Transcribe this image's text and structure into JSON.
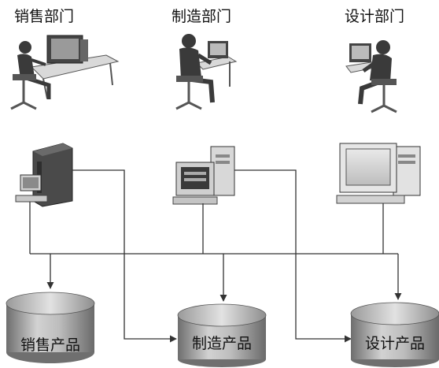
{
  "departments": [
    {
      "label": "销售部门",
      "workstation": "person-at-desk-icon",
      "computer": "tower-computer-icon"
    },
    {
      "label": "制造部门",
      "workstation": "person-at-desk-icon",
      "computer": "desktop-computer-icon"
    },
    {
      "label": "设计部门",
      "workstation": "person-at-desk-icon",
      "computer": "desktop-computer-icon"
    }
  ],
  "databases": [
    {
      "label": "销售产品"
    },
    {
      "label": "制造产品"
    },
    {
      "label": "设计产品"
    }
  ],
  "colors": {
    "line": "#333333",
    "db_fill_light": "#c8c8c8",
    "db_fill_dark": "#7a7a7a",
    "figure": "#3a3a3a"
  }
}
